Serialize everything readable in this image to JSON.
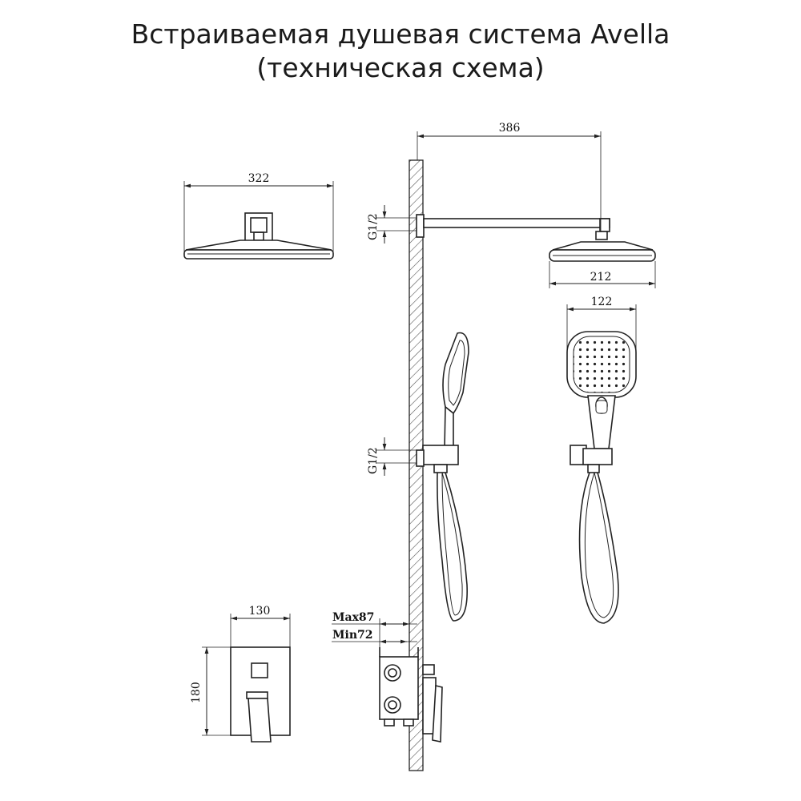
{
  "title": {
    "line1": "Встраиваемая душевая система Avella",
    "line2": "(техническая схема)"
  },
  "dimensions": {
    "head_front_width": "322",
    "arm_length": "386",
    "thread_top": "G1/2",
    "head_side_width": "212",
    "hand_shower_width": "122",
    "thread_bottom": "G1/2",
    "panel_width": "130",
    "panel_height": "180",
    "depth_max": "Max87",
    "depth_min": "Min72"
  },
  "colors": {
    "line": "#222222",
    "hatch": "#555555"
  }
}
